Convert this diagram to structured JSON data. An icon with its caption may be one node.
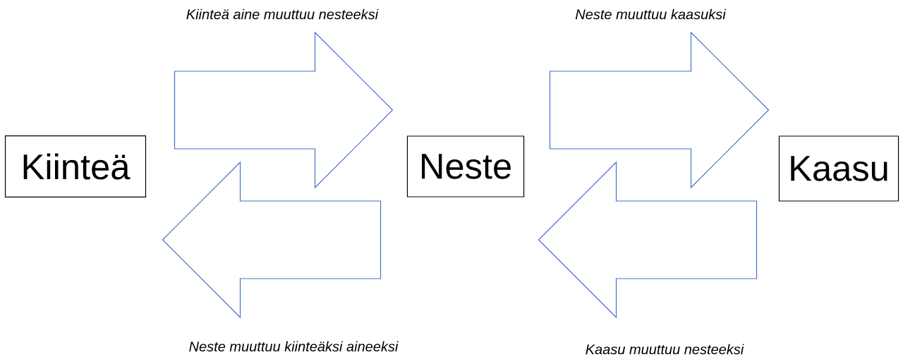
{
  "diagram": {
    "nodes": [
      {
        "text": [
          "Kiinteä"
        ]
      },
      {
        "text": [
          "Neste"
        ]
      },
      {
        "text": [
          "Kaasu"
        ]
      }
    ],
    "edges": [
      {
        "from": 0,
        "to": 1,
        "arrow": "to"
      },
      {
        "from": 1,
        "to": 0,
        "arrow": "to"
      },
      {
        "from": 1,
        "to": 2,
        "arrow": "to"
      },
      {
        "from": 2,
        "to": 1,
        "arrow": "to"
      }
    ],
    "labels": [
      "Kiinteä aine muuttuu nesteeksi",
      "Neste muuttuu kaasuksi",
      "Neste muuttuu kiinteäksi aineeksi",
      "Kaasu muuttuu nesteeksi"
    ]
  }
}
